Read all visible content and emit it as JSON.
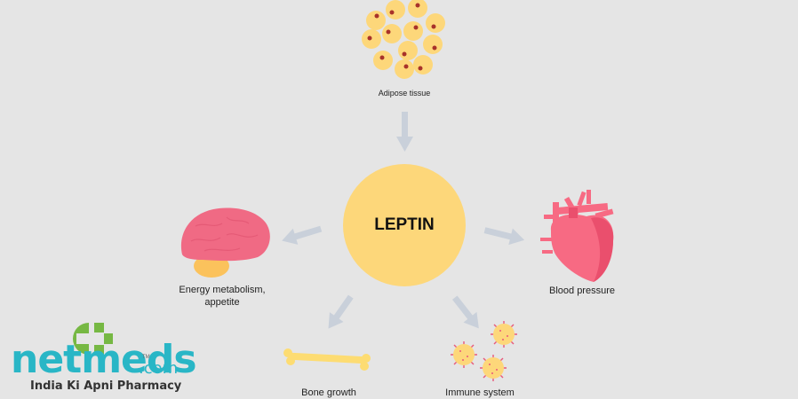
{
  "diagram": {
    "center": {
      "label": "LEPTIN",
      "color": "#fdd77a"
    },
    "nodes": [
      {
        "id": "adipose",
        "label": "Adipose tissue",
        "icon": "fat-cells-icon",
        "direction": "input"
      },
      {
        "id": "brain",
        "label_line1": "Energy metabolism,",
        "label_line2": "appetite",
        "icon": "brain-icon",
        "direction": "output"
      },
      {
        "id": "heart",
        "label": "Blood pressure",
        "icon": "heart-icon",
        "direction": "output"
      },
      {
        "id": "bone",
        "label": "Bone growth",
        "icon": "bone-icon",
        "direction": "output"
      },
      {
        "id": "immune",
        "label": "Immune system",
        "icon": "immune-cells-icon",
        "direction": "output"
      }
    ],
    "colors": {
      "background": "#e5e5e5",
      "arrow": "#c9d0da",
      "fat_cell": "#fdd77a",
      "fat_nucleus": "#a8322a",
      "brain": "#f06a84",
      "cerebellum": "#fbc25c",
      "heart": "#f76a83",
      "bone": "#fddc72",
      "immune": "#fdd77a",
      "spike": "#e8597a"
    }
  },
  "logo": {
    "brand": "netmeds",
    "suffix": ".com",
    "trademark": "TM",
    "tagline": "India Ki Apni Pharmacy",
    "brand_color": "#29b6c6",
    "plus_color": "#76b843"
  }
}
